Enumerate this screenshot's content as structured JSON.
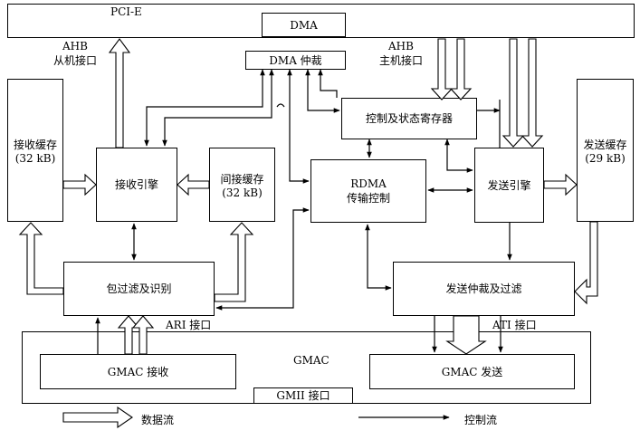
{
  "blocks": {
    "pcie": "PCI-E",
    "dma": "DMA",
    "dma_arbiter": "DMA 仲裁",
    "ahb_slave": [
      "AHB",
      "从机接口"
    ],
    "ahb_master": [
      "AHB",
      "主机接口"
    ],
    "csr": "控制及状态寄存器",
    "rx_buffer": [
      "接收缓存",
      "(32 kB)"
    ],
    "rx_engine": "接收引擎",
    "indirect_buffer": [
      "间接缓存",
      "(32 kB)"
    ],
    "rdma": [
      "RDMA",
      "传输控制"
    ],
    "tx_engine": "发送引擎",
    "tx_buffer": [
      "发送缓存",
      "(29 kB)"
    ],
    "packet_filter": "包过滤及识别",
    "tx_arbiter": "发送仲裁及过滤",
    "ari": "ARI 接口",
    "ati": "ATI 接口",
    "gmac": "GMAC",
    "gmac_rx": "GMAC 接收",
    "gmac_tx": "GMAC 发送",
    "gmii": "GMII 接口"
  },
  "legend": {
    "data_flow": "数据流",
    "control_flow": "控制流"
  }
}
